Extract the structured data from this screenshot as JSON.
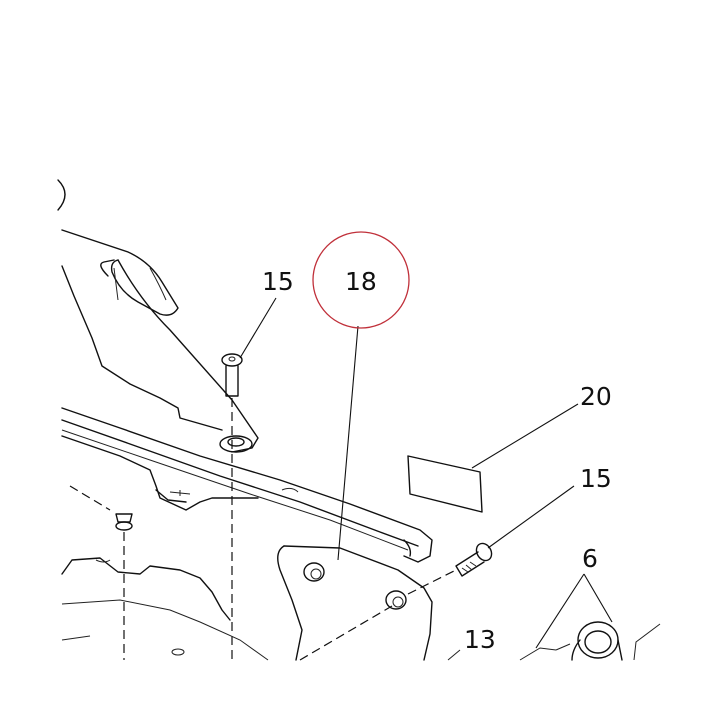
{
  "diagram": {
    "callouts": {
      "c15a": "15",
      "c18": "18",
      "c20": "20",
      "c15b": "15",
      "c6": "6",
      "c13": "13"
    },
    "highlight_color": "#c0303a",
    "line_color": "#111111",
    "background": "#ffffff"
  }
}
